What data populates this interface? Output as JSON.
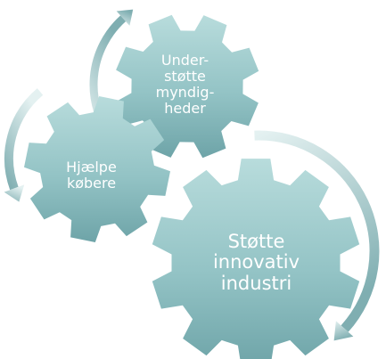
{
  "gears": {
    "large": {
      "lines": [
        "Støtte",
        "innovativ",
        "industri"
      ]
    },
    "medium": {
      "lines": [
        "Hjælpe",
        "købere"
      ]
    },
    "small": {
      "lines": [
        "Under-",
        "støtte",
        "myndig-",
        "heder"
      ]
    }
  },
  "colors": {
    "gear_light": "#b8dcdc",
    "gear_mid": "#93c3c5",
    "gear_dark": "#6ea4a8",
    "arrow_light": "#e4f1f1",
    "arrow_dark": "#7faeb1"
  }
}
